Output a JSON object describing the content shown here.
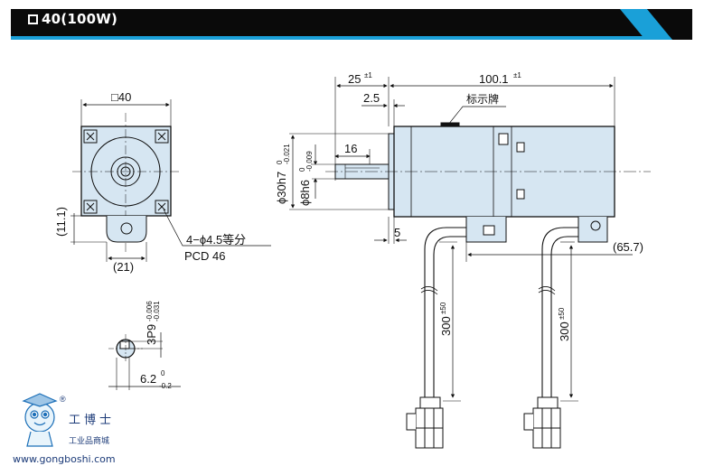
{
  "header": {
    "title": "40(100W)"
  },
  "front_view": {
    "size_label": "□40",
    "height_label": "(11.1)",
    "width_label": "(21)",
    "holes_label": "4−ϕ4.5等分",
    "pcd_label": "PCD 46"
  },
  "key_detail": {
    "width_label": "3P9",
    "width_tol_upper": "-0.006",
    "width_tol_lower": "-0.031",
    "depth_label": "6.2",
    "depth_tol_upper": "0",
    "depth_tol_lower": "-0.2"
  },
  "side_view": {
    "flange_len": "25",
    "flange_tol": "±1",
    "body_len": "100.1",
    "body_tol": "±1",
    "pilot_len": "2.5",
    "nameplate_label": "标示牌",
    "shaft_len": "16",
    "pilot_dia": "ϕ30h7",
    "pilot_tol_upper": "0",
    "pilot_tol_lower": "-0.021",
    "shaft_dia": "ϕ8h6",
    "shaft_tol_upper": "0",
    "shaft_tol_lower": "-0.009",
    "dim_5": "5",
    "dim_65_7": "(65.7)",
    "cable_len": "300",
    "cable_tol": "±50"
  },
  "logo": {
    "name": "工博士",
    "subtitle": "工业品商城",
    "url": "www.gongboshi.com",
    "reg": "®"
  },
  "colors": {
    "body_fill": "#d6e6f2",
    "header_bg": "#0a0a0a",
    "accent": "#1aa0d8",
    "line": "#111111"
  }
}
